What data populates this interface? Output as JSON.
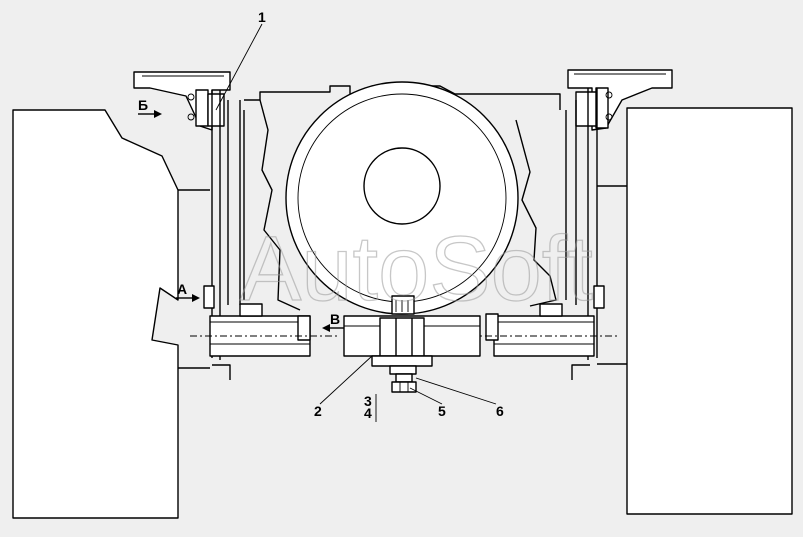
{
  "callouts": [
    "1",
    "2",
    "3",
    "4",
    "5",
    "6"
  ],
  "views": [
    "А",
    "Б",
    "В"
  ],
  "watermark": "AutoSoft"
}
